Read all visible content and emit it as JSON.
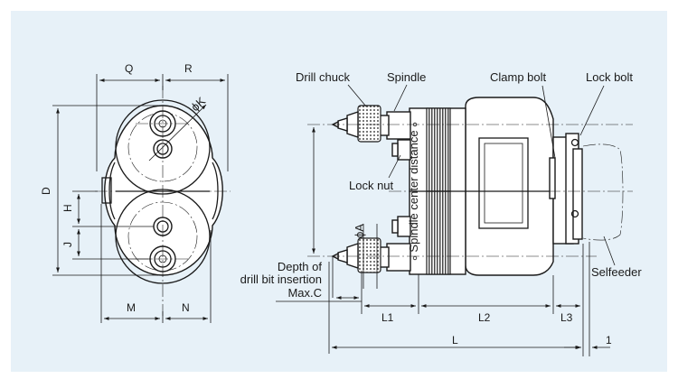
{
  "background_color": "#e7f1f8",
  "front_view": {
    "dims": {
      "Q": "Q",
      "R": "R",
      "D": "D",
      "H": "H",
      "J": "J",
      "M": "M",
      "N": "N",
      "K": "ϕK"
    }
  },
  "side_view": {
    "labels": {
      "drill_chuck": "Drill chuck",
      "spindle": "Spindle",
      "clamp_bolt": "Clamp bolt",
      "lock_bolt": "Lock bolt",
      "lock_nut": "Lock nut",
      "spindle_center_distance": "Spindle center distance",
      "depth_line1": "Depth of",
      "depth_line2": "drill bit insertion",
      "depth_line3": "Max.C",
      "selfeeder": "Selfeeder",
      "phi_a": "ϕA"
    },
    "dims": {
      "L1": "L1",
      "L2": "L2",
      "L3": "L3",
      "L": "L",
      "one": "1"
    }
  }
}
